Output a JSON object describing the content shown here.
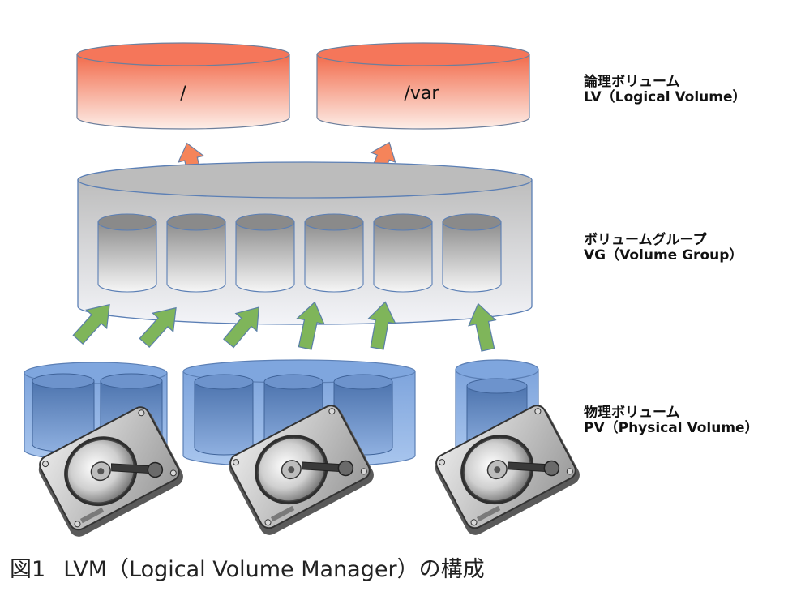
{
  "logical_volumes": [
    {
      "label": "/"
    },
    {
      "label": "/var"
    }
  ],
  "layers": {
    "lv": {
      "title": "論理ボリューム",
      "subtitle": "LV（Logical Volume）"
    },
    "vg": {
      "title": "ボリュームグループ",
      "subtitle": "VG（Volume Group）"
    },
    "pv": {
      "title": "物理ボリューム",
      "subtitle": "PV（Physical Volume）"
    }
  },
  "caption": {
    "number": "図1",
    "text": "LVM（Logical Volume Manager）の構成"
  },
  "counts": {
    "vg_extents": 6,
    "physical_disks": 3
  },
  "colors": {
    "lv_top": "#f26a4a",
    "lv_bottom": "#fdebe4",
    "vg_body_top": "#bfbfbf",
    "vg_body_bottom": "#f2f3f6",
    "extent_top": "#9a9a9a",
    "extent_bottom": "#f4f4f4",
    "pv_body": "#8fb4e8",
    "pv_extent": "#5a80b8",
    "arrow_up_green": "#7fb55a",
    "arrow_up_orange": "#f5845a",
    "outline": "#5b7fb5"
  },
  "icons": [
    "hard-disk-icon",
    "arrow-up-icon"
  ]
}
